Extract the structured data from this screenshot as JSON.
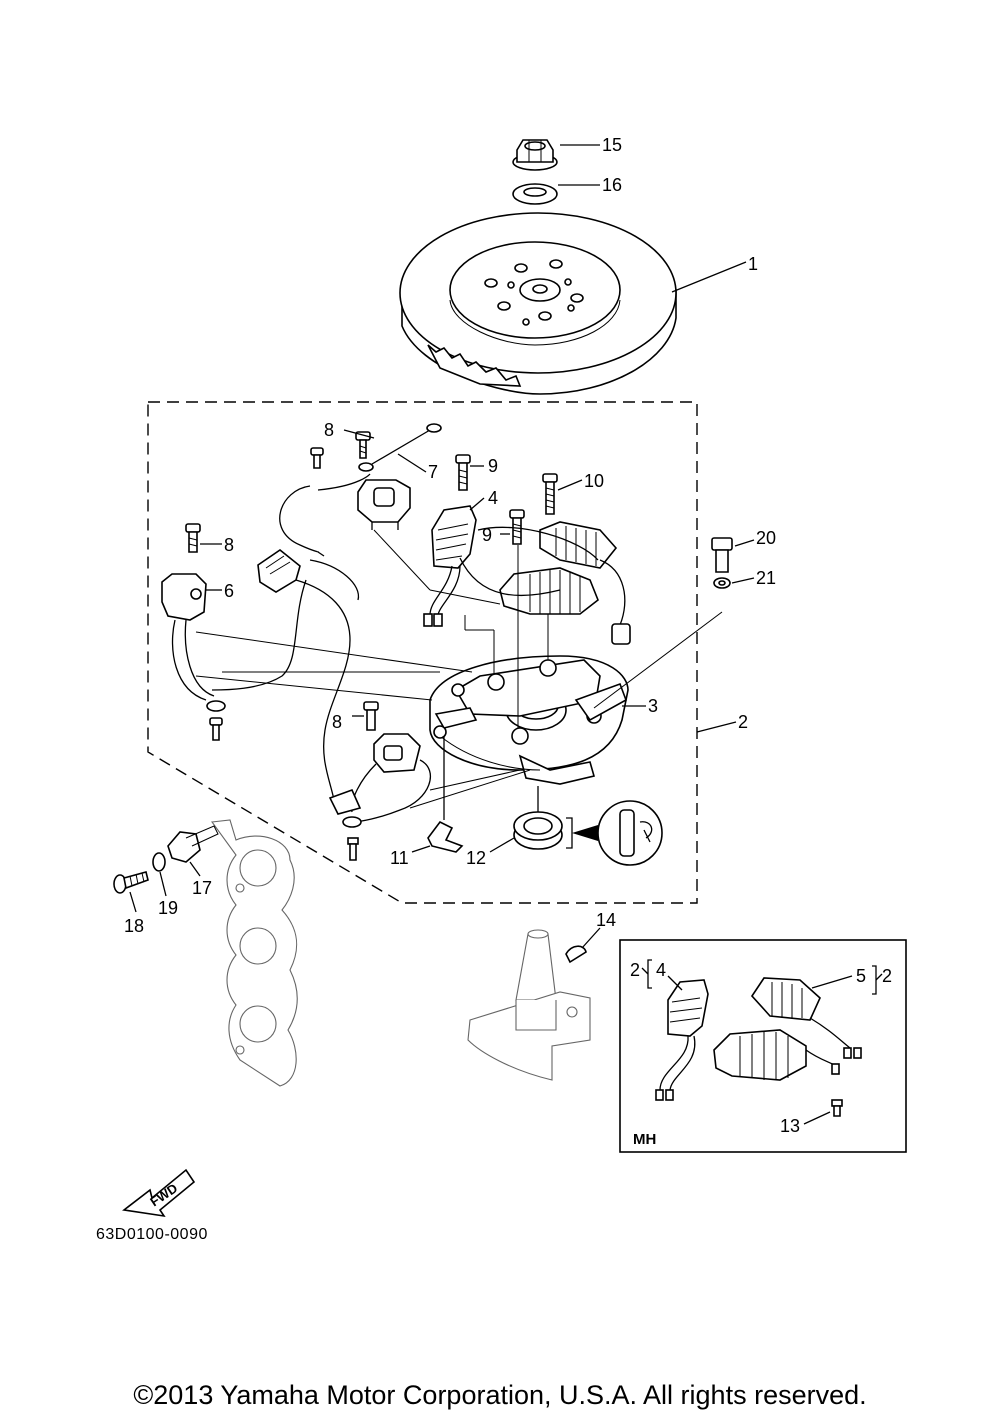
{
  "callouts": {
    "c1": "1",
    "c2": "2",
    "c3": "3",
    "c4": "4",
    "c5": "5",
    "c6": "6",
    "c7": "7",
    "c8a": "8",
    "c8b": "8",
    "c8c": "8",
    "c9a": "9",
    "c9b": "9",
    "c10": "10",
    "c11": "11",
    "c12": "12",
    "c13": "13",
    "c14": "14",
    "c15": "15",
    "c16": "16",
    "c17": "17",
    "c18": "18",
    "c19": "19",
    "c20": "20",
    "c21": "21"
  },
  "inset": {
    "label": "MH",
    "ref_left_outer": "2",
    "ref_left_inner": "4",
    "ref_right_inner": "5",
    "ref_right_outer": "2"
  },
  "fwd_label": "FWD",
  "diagram_code": "63D0100-0090",
  "copyright": "©2013 Yamaha Motor Corporation, U.S.A. All rights reserved."
}
